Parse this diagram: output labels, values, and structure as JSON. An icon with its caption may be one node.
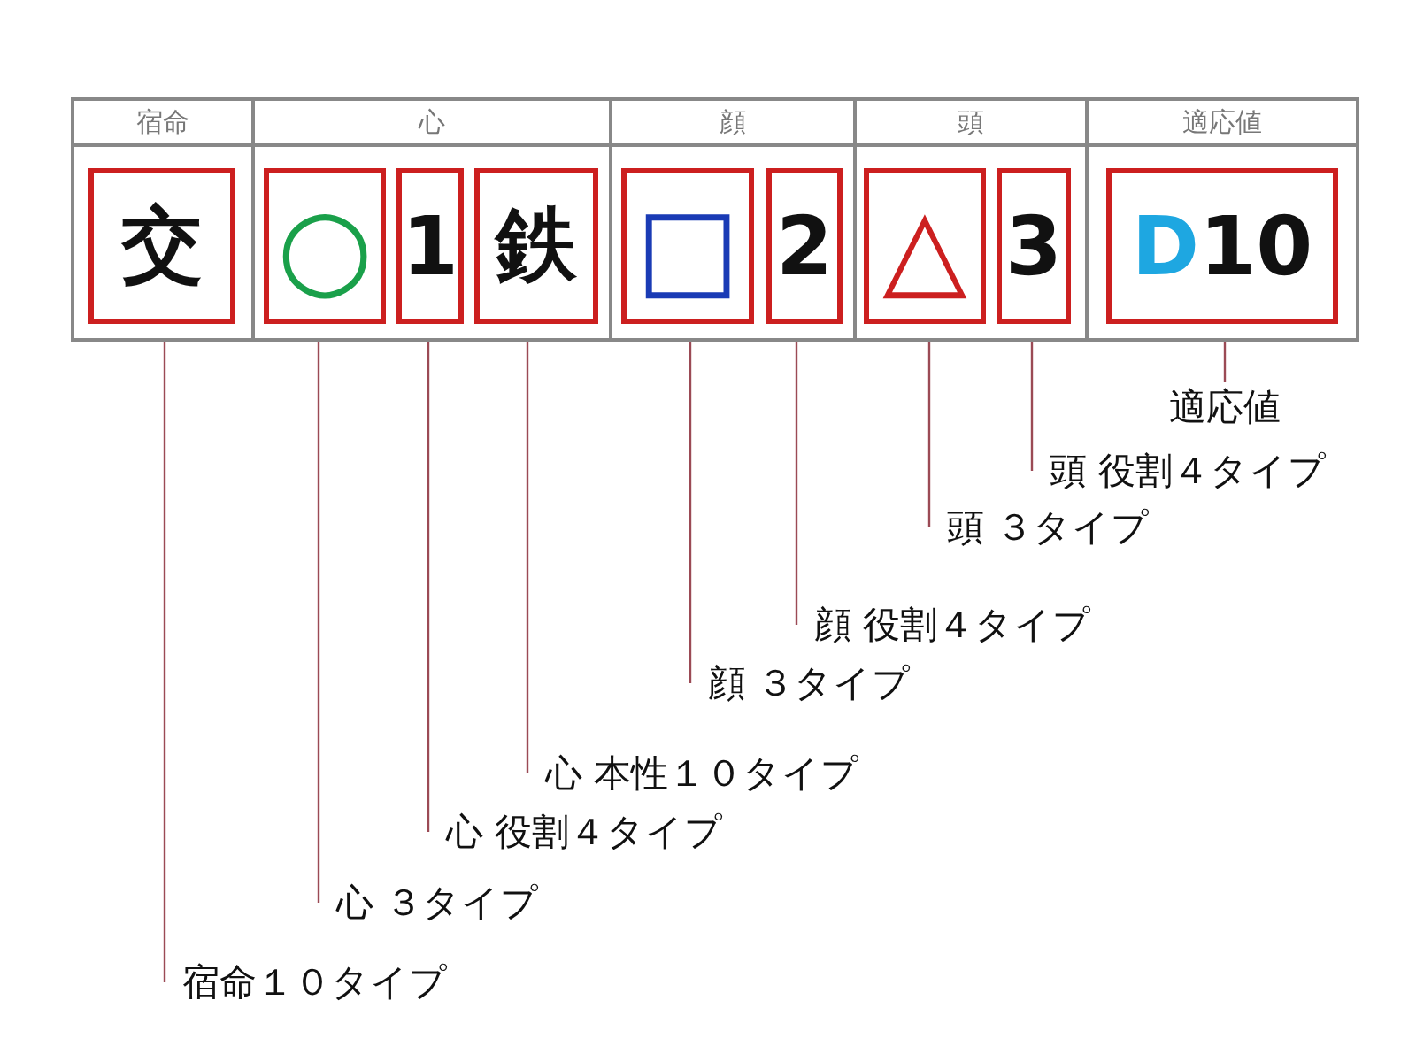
{
  "diagram": {
    "nodes": [
      {
        "text": [
          "宿命"
        ]
      },
      {
        "text": [
          "心"
        ]
      },
      {
        "text": [
          "顔"
        ]
      },
      {
        "text": [
          "頭"
        ]
      },
      {
        "text": [
          "適応値"
        ]
      },
      {
        "text": [
          "交"
        ]
      },
      {
        "text": [
          "○"
        ]
      },
      {
        "text": [
          "1"
        ]
      },
      {
        "text": [
          "鉄"
        ]
      },
      {
        "text": [
          "□"
        ]
      },
      {
        "text": [
          "2"
        ]
      },
      {
        "text": [
          "△"
        ]
      },
      {
        "text": [
          "3"
        ]
      },
      {
        "text": [
          "D10"
        ]
      },
      {
        "text": [
          "宿命１０タイプ"
        ]
      },
      {
        "text": [
          "心 ３タイプ"
        ]
      },
      {
        "text": [
          "心 役割４タイプ"
        ]
      },
      {
        "text": [
          "心 本性１０タイプ"
        ]
      },
      {
        "text": [
          "顔 ３タイプ"
        ]
      },
      {
        "text": [
          "顔 役割４タイプ"
        ]
      },
      {
        "text": [
          "頭 ３タイプ"
        ]
      },
      {
        "text": [
          "頭 役割４タイプ"
        ]
      },
      {
        "text": [
          "適応値"
        ]
      }
    ],
    "edges": [
      {
        "from": 14,
        "to": 5,
        "arrow": "none"
      },
      {
        "from": 15,
        "to": 6,
        "arrow": "none"
      },
      {
        "from": 16,
        "to": 7,
        "arrow": "none"
      },
      {
        "from": 17,
        "to": 8,
        "arrow": "none"
      },
      {
        "from": 18,
        "to": 9,
        "arrow": "none"
      },
      {
        "from": 19,
        "to": 10,
        "arrow": "none"
      },
      {
        "from": 20,
        "to": 11,
        "arrow": "none"
      },
      {
        "from": 21,
        "to": 12,
        "arrow": "none"
      },
      {
        "from": 22,
        "to": 13,
        "arrow": "none"
      }
    ]
  }
}
